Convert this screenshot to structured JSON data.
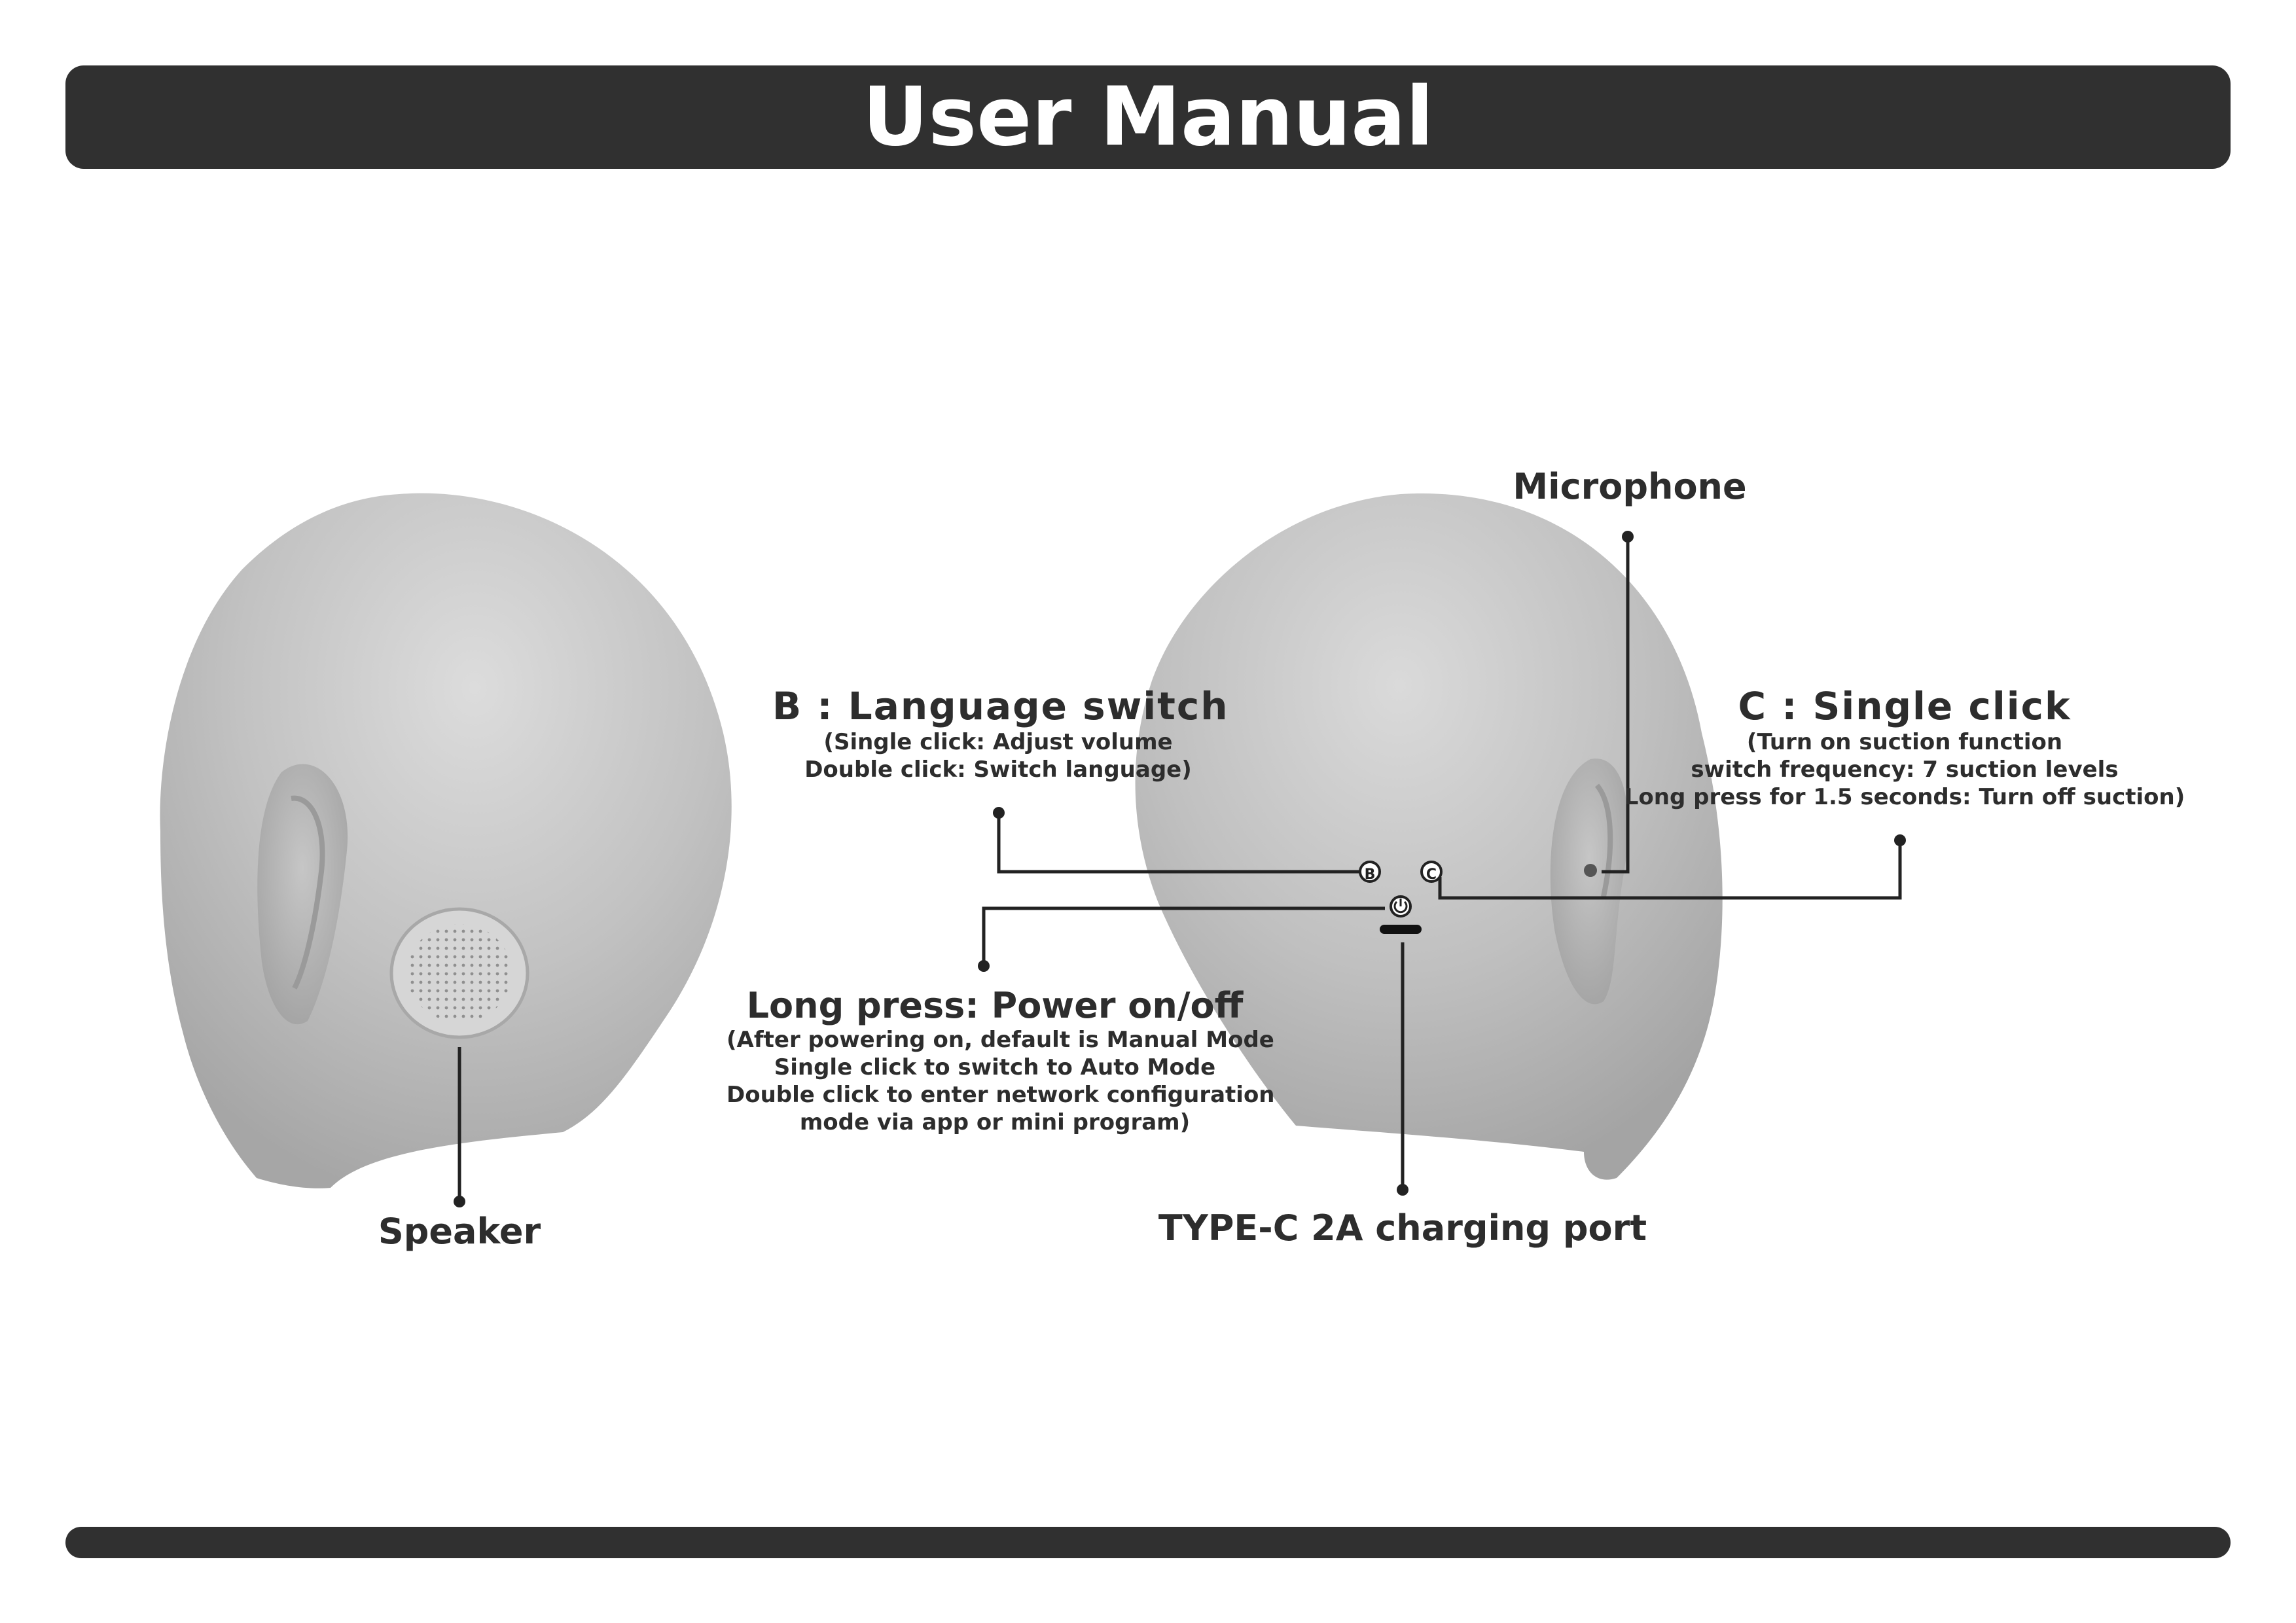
{
  "header": {
    "title": "User Manual"
  },
  "labels": {
    "speaker": "Speaker",
    "microphone": "Microphone",
    "language_switch": {
      "title": "B : Language switch",
      "lines": [
        "(Single click: Adjust volume",
        "Double click: Switch language)"
      ]
    },
    "single_click": {
      "title": "C : Single click",
      "lines": [
        "(Turn on suction function",
        "switch frequency:  7 suction levels",
        "Long press for 1.5 seconds:  Turn off suction)"
      ]
    },
    "power": {
      "title": "Long press: Power on/off",
      "lines": [
        "(After powering on, default is Manual Mode",
        "Single click to switch to Auto Mode",
        "Double click to enter network configuration",
        "mode via app or mini program)"
      ]
    },
    "charging_port": "TYPE-C 2A charging port"
  },
  "buttons": {
    "b": "B",
    "c": "C"
  },
  "colors": {
    "bar": "#303030",
    "head": "#b8b8b8",
    "text": "#2d2d2d"
  }
}
